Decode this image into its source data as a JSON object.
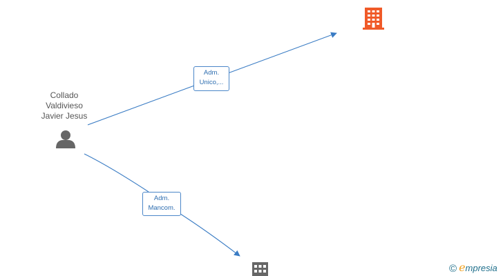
{
  "person": {
    "name_lines": [
      "Collado",
      "Valdivieso",
      "Javier Jesus"
    ],
    "icon": "person-icon"
  },
  "companies": [
    {
      "icon": "building-icon",
      "color": "#f05a28"
    },
    {
      "icon": "building-icon",
      "color": "#666666"
    }
  ],
  "relations": [
    {
      "label_lines": [
        "Adm.",
        "Unico,..."
      ]
    },
    {
      "label_lines": [
        "Adm.",
        "Mancom."
      ]
    }
  ],
  "colors": {
    "edge": "#3a7cc4",
    "edge_label_text": "#2d6db0",
    "person": "#666666",
    "company_highlight": "#f05a28",
    "company_default": "#666666"
  },
  "watermark": {
    "copyright": "©",
    "brand_initial": "e",
    "brand_rest": "mpresia"
  }
}
